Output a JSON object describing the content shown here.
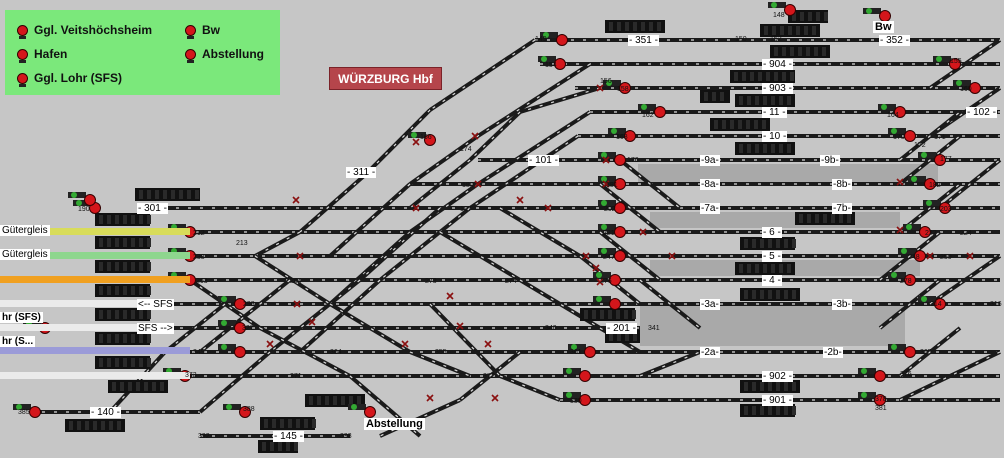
{
  "legend": {
    "items": [
      {
        "label": "Ggl. Veitshöchsheim"
      },
      {
        "label": "Bw"
      },
      {
        "label": "Hafen"
      },
      {
        "label": "Abstellung"
      },
      {
        "label": "Ggl. Lohr (SFS)"
      }
    ],
    "bg": "#7be87b"
  },
  "station": {
    "label": "WÜRZBURG Hbf"
  },
  "place_labels": {
    "bw": "Bw",
    "abstellung": "Abstellung"
  },
  "band_labels": {
    "gueter1": "Gütergleis",
    "gueter2": "Gütergleis",
    "lohr1": "hr (SFS)",
    "lohr2": "hr (S..."
  },
  "track_labels": {
    "t351": "- 351 -",
    "t352": "- 352 -",
    "t904": "- 904 -",
    "t903": "- 903 -",
    "t11": "- 11 -",
    "t10": "- 10 -",
    "t102": "- 102 -",
    "t101": "- 101 -",
    "t311": "- 311 -",
    "t301": "- 301 -",
    "t9a": "-9a-",
    "t9b": "-9b-",
    "t8a": "-8a-",
    "t8b": "-8b-",
    "t7a": "-7a-",
    "t7b": "-7b-",
    "t6": "- 6 -",
    "t5": "- 5 -",
    "t4": "- 4 -",
    "t3a": "-3a-",
    "t3b": "-3b-",
    "t201": "- 201 -",
    "t2a": "-2a-",
    "t2b": "-2b-",
    "t902": "- 902 -",
    "t901": "- 901 -",
    "t140": "- 140 -",
    "t145": "- 145 -",
    "sfs1": "<-- SFS",
    "sfs2": "SFS -->"
  },
  "signals": [
    {
      "n": "148"
    },
    {
      "n": "149"
    },
    {
      "n": "150"
    },
    {
      "n": "152"
    },
    {
      "n": "154"
    },
    {
      "n": "155"
    },
    {
      "n": "156"
    },
    {
      "n": "158"
    },
    {
      "n": "160"
    },
    {
      "n": "162"
    },
    {
      "n": "164"
    },
    {
      "n": "166"
    },
    {
      "n": "168"
    },
    {
      "n": "170"
    },
    {
      "n": "171"
    },
    {
      "n": "172"
    },
    {
      "n": "174"
    },
    {
      "n": "176"
    },
    {
      "n": "177"
    },
    {
      "n": "180"
    },
    {
      "n": "181"
    },
    {
      "n": "182"
    },
    {
      "n": "190"
    },
    {
      "n": "197"
    },
    {
      "n": "202"
    },
    {
      "n": "203"
    },
    {
      "n": "212"
    },
    {
      "n": "213"
    },
    {
      "n": "221"
    },
    {
      "n": "222"
    },
    {
      "n": "224"
    },
    {
      "n": "238"
    },
    {
      "n": "247"
    },
    {
      "n": "248"
    },
    {
      "n": "250"
    },
    {
      "n": "263"
    },
    {
      "n": "264"
    },
    {
      "n": "273"
    },
    {
      "n": "274"
    },
    {
      "n": "276"
    },
    {
      "n": "278"
    },
    {
      "n": "298"
    },
    {
      "n": "314"
    },
    {
      "n": "316"
    },
    {
      "n": "327"
    },
    {
      "n": "340"
    },
    {
      "n": "341"
    },
    {
      "n": "349"
    },
    {
      "n": "355"
    },
    {
      "n": "361"
    },
    {
      "n": "364"
    },
    {
      "n": "365"
    },
    {
      "n": "371"
    },
    {
      "n": "372"
    },
    {
      "n": "373"
    },
    {
      "n": "376"
    },
    {
      "n": "378"
    },
    {
      "n": "380"
    },
    {
      "n": "381"
    },
    {
      "n": "385"
    },
    {
      "n": "388"
    },
    {
      "n": "392"
    },
    {
      "n": "393"
    }
  ],
  "colors": {
    "bg": "#c6c6c6",
    "track": "#1a1a1a",
    "signal": "#d4161b",
    "panel": "#111111",
    "gueter1": "#d8dc5a",
    "gueter2": "#8ed68e",
    "lohr1": "#f0a020",
    "lohr2": "#9b9bd8"
  }
}
